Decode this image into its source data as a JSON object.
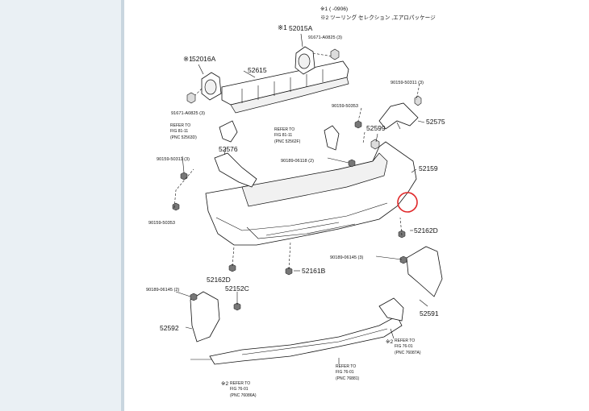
{
  "notes": {
    "line1": "※1 (      -0906)",
    "line2": "※2 ツーリング セレクション ,エアロパッケージ"
  },
  "labels": {
    "p52015": "52015A",
    "p52016": "52016A",
    "p52615": "52615",
    "p52575": "52575",
    "p52599": "52599",
    "p52576": "52576",
    "p52159": "52159",
    "p52162d_right": "52162D",
    "p52161b": "52161B",
    "p52162d_left": "52162D",
    "p52152c": "52152C",
    "p52592": "52592",
    "p52591": "52591",
    "pn_91671_top": "91671-A0825 (3)",
    "pn_91671_left": "91671-A0825 (3)",
    "pn_90159_50311_right": "90159-50311 (3)",
    "pn_90159_50353_mid": "90159-50353",
    "pn_90159_50311_left": "90159-50311 (3)",
    "pn_90189_06118": "90189-06118 (2)",
    "pn_90159_50353_left": "90159-50353",
    "pn_90189_06145_right": "90189-06145 (3)",
    "pn_90189_06145_left": "90189-06145 (2)",
    "mark1_a": "※1",
    "mark1_b": "※1",
    "mark2_a": "※2",
    "mark2_b": "※2"
  },
  "refs": {
    "left": [
      "REFER TO",
      "FIG 81-11",
      "(PNC 52563D)"
    ],
    "mid": [
      "REFER TO",
      "FIG 81-11",
      "(PNC 52562F)"
    ],
    "right_bottom": [
      "REFER TO",
      "FIG 76-01",
      "(PNC 76087A)"
    ],
    "mid_bottom": [
      "REFER TO",
      "FIG 76-01",
      "(PNC 76881)"
    ],
    "left_bottom": [
      "REFER TO",
      "FIG 76-01",
      "(PNC 76086A)"
    ]
  },
  "colors": {
    "highlight_circle": "#e0282a",
    "sidebar": "#eaf0f4"
  }
}
